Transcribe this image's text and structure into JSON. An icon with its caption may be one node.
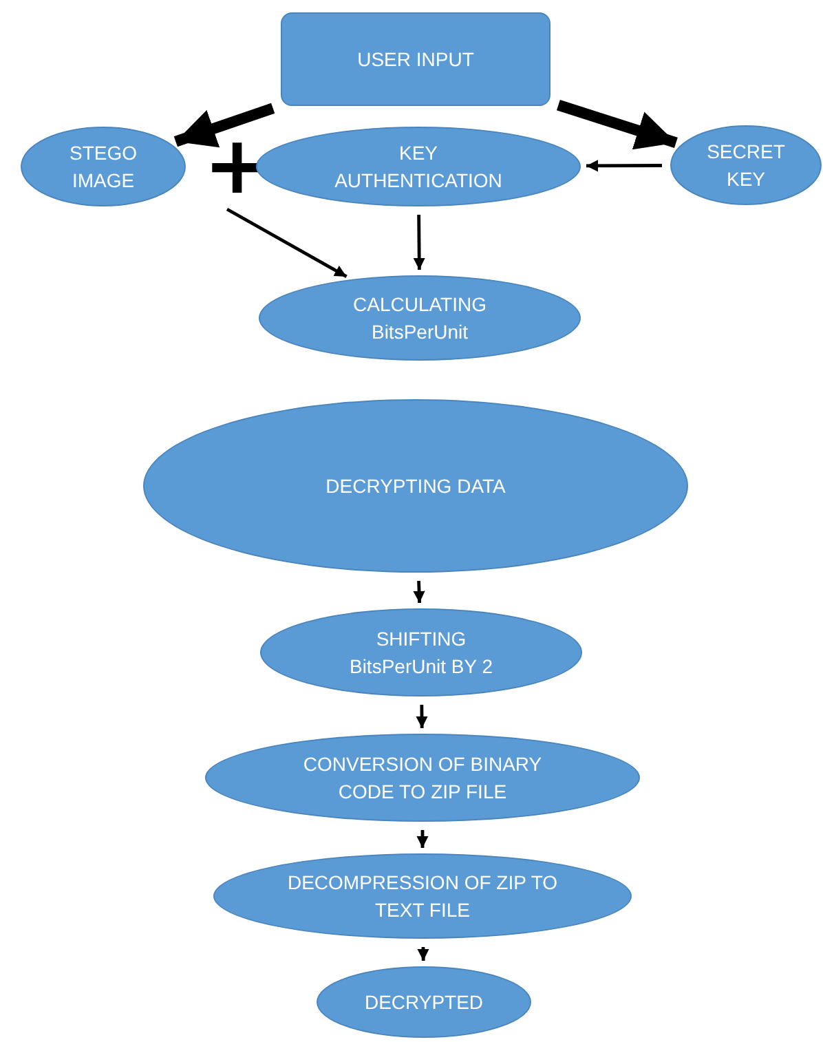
{
  "diagram": {
    "nodes": [
      {
        "text": [
          "USER INPUT"
        ]
      },
      {
        "text": [
          "STEGO IMAGE"
        ]
      },
      {
        "text": [
          "+"
        ]
      },
      {
        "text": [
          "KEY AUTHENTICATION"
        ]
      },
      {
        "text": [
          "SECRET KEY"
        ]
      },
      {
        "text": [
          "CALCULATING BitsPerUnit"
        ]
      },
      {
        "text": [
          "DECRYPTING DATA"
        ]
      },
      {
        "text": [
          "SHIFTING BitsPerUnit BY 2"
        ]
      },
      {
        "text": [
          "CONVERSION OF BINARY CODE TO ZIP FILE"
        ]
      },
      {
        "text": [
          "DECOMPRESSION OF ZIP TO TEXT FILE"
        ]
      },
      {
        "text": [
          "DECRYPTED"
        ]
      }
    ],
    "edges": [
      {
        "from": 0,
        "to": 1,
        "arrow": "to",
        "style": "thick"
      },
      {
        "from": 0,
        "to": 4,
        "arrow": "to",
        "style": "thick"
      },
      {
        "from": 4,
        "to": 3,
        "arrow": "to"
      },
      {
        "from": 2,
        "to": 5,
        "arrow": "to"
      },
      {
        "from": 3,
        "to": 5,
        "arrow": "to"
      },
      {
        "from": 6,
        "to": 7,
        "arrow": "to"
      },
      {
        "from": 7,
        "to": 8,
        "arrow": "to"
      },
      {
        "from": 8,
        "to": 9,
        "arrow": "to"
      },
      {
        "from": 9,
        "to": 10,
        "arrow": "to"
      }
    ]
  }
}
